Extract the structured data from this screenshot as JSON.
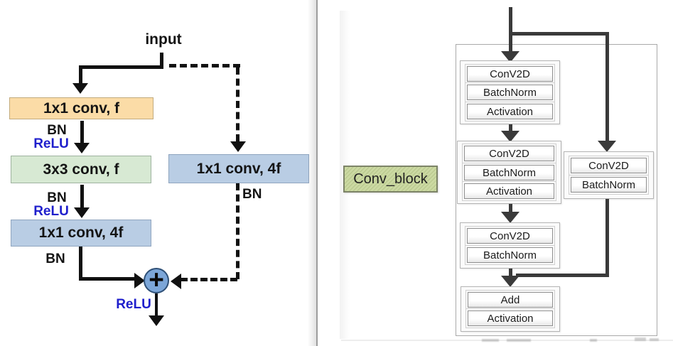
{
  "left_diagram": {
    "input_label": "input",
    "conv1": "1x1 conv, f",
    "bn1": "BN",
    "relu1": "ReLU",
    "conv2": "3x3 conv, f",
    "bn2": "BN",
    "relu2": "ReLU",
    "conv3": "1x1 conv, 4f",
    "bn3": "BN",
    "shortcut_conv": "1x1 conv, 4f",
    "shortcut_bn": "BN",
    "plus_symbol": "+",
    "relu_out": "ReLU"
  },
  "right_diagram": {
    "block_label": "Conv_block",
    "group1": [
      "ConV2D",
      "BatchNorm",
      "Activation"
    ],
    "group2": [
      "ConV2D",
      "BatchNorm",
      "Activation"
    ],
    "shortcut_group": [
      "ConV2D",
      "BatchNorm"
    ],
    "group3": [
      "ConV2D",
      "BatchNorm"
    ],
    "group4": [
      "Add",
      "Activation"
    ]
  },
  "colors": {
    "conv1_fill": "#FBDCA7",
    "conv2_fill": "#D7E9D3",
    "conv3_fill": "#B9CDE4",
    "add_circle_fill": "#7CA6D8",
    "relu_text": "#1F1FCC",
    "conv_block_fill": "#CBD9A2",
    "arrow_dark_gray": "#3A3A3A",
    "arrow_black": "#111111"
  }
}
